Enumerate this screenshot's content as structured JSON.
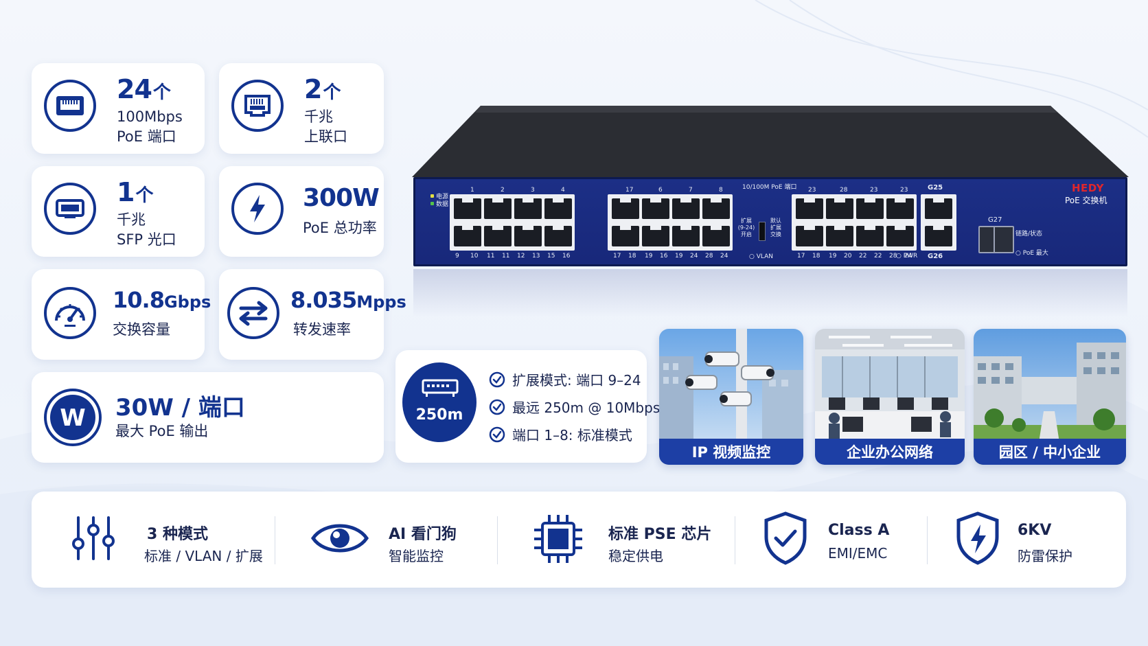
{
  "spec_cards": [
    {
      "value": "24",
      "unit": "个",
      "line1": "100Mbps",
      "line2": "PoE 端口",
      "icon": "rj45-port-icon"
    },
    {
      "value": "2",
      "unit": "个",
      "line1": "千兆",
      "line2": "上联口",
      "icon": "gigabit-port-icon"
    },
    {
      "value": "1",
      "unit": "个",
      "line1": "千兆",
      "line2": "SFP 光口",
      "icon": "sfp-module-icon"
    },
    {
      "value": "300W",
      "unit": "",
      "line1": "PoE 总功率",
      "line2": "",
      "icon": "lightning-icon"
    },
    {
      "value": "10.8",
      "unit": "Gbps",
      "line1": "交换容量",
      "line2": "",
      "icon": "speedometer-icon"
    },
    {
      "value": "8.035",
      "unit": "Mpps",
      "line1": "转发速率",
      "line2": "",
      "icon": "exchange-arrows-icon"
    },
    {
      "value": "30W / 端口",
      "unit": "",
      "line1": "最大 PoE 输出",
      "line2": "",
      "icon": "watt-icon"
    }
  ],
  "extend_card": {
    "distance": "250m",
    "items": [
      "扩展模式: 端口 9–24",
      "最远 250m @ 10Mbps",
      "端口 1–8: 标准模式"
    ]
  },
  "switch_panel": {
    "brand": "HEDY",
    "model": "PoE 交换机",
    "header": "10/100M PoE 端口",
    "led_power": "电源",
    "led_data": "数据",
    "uplink_top": "G25",
    "uplink_bottom": "G26",
    "sfp_label": "G27",
    "link_label": "链路/状态",
    "poe_max_label": "PoE 最大",
    "pwr_label": "PWR",
    "vlan_label": "VLAN",
    "mode_left": [
      "扩展",
      "(9-24)",
      "开启"
    ],
    "mode_right": [
      "默认",
      "扩展",
      "交换"
    ],
    "group1_top": [
      "1",
      "2",
      "3",
      "4"
    ],
    "group1_bottom": [
      "9",
      "10",
      "11",
      "11",
      "12",
      "13",
      "15",
      "16"
    ],
    "group2_top": [
      "17",
      "6",
      "7",
      "8"
    ],
    "group2_bottom": [
      "17",
      "18",
      "19",
      "16",
      "19",
      "24",
      "28",
      "24"
    ],
    "group3_top": [
      "23",
      "28",
      "23",
      "23"
    ],
    "group3_bottom": [
      "17",
      "18",
      "19",
      "20",
      "22",
      "22",
      "28",
      "24"
    ]
  },
  "scenarios": [
    {
      "label": "IP 视频监控"
    },
    {
      "label": "企业办公网络"
    },
    {
      "label": "园区 / 中小企业"
    }
  ],
  "features": [
    {
      "title": "3 种模式",
      "sub": "标准 / VLAN / 扩展",
      "icon": "sliders-icon"
    },
    {
      "title": "AI 看门狗",
      "sub": "智能监控",
      "icon": "eye-icon"
    },
    {
      "title": "标准 PSE 芯片",
      "sub": "稳定供电",
      "icon": "chip-icon"
    },
    {
      "title": "Class A",
      "sub": "EMI/EMC",
      "icon": "shield-check-icon"
    },
    {
      "title": "6KV",
      "sub": "防雷保护",
      "icon": "shield-lightning-icon"
    }
  ],
  "colors": {
    "brand_blue": "#12338f",
    "caption_blue": "#1d3fa5",
    "switch_blue": "#1c2f86",
    "brand_red": "#e0262b"
  }
}
